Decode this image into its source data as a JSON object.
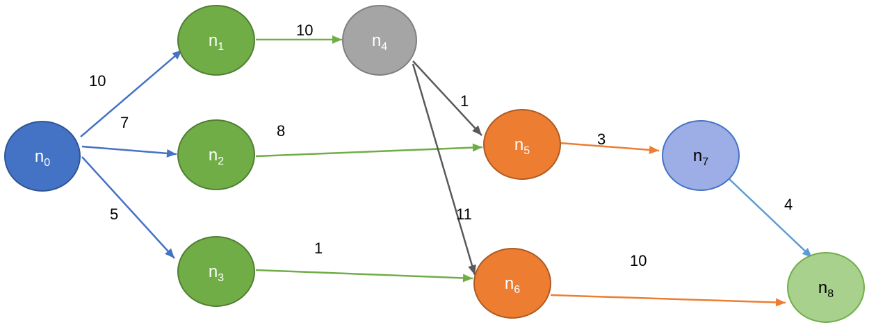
{
  "nodes": [
    {
      "id": "n0",
      "base": "n",
      "sub": "0",
      "fill": "#4472c4",
      "stroke": "#2f5597",
      "text": "#ffffff"
    },
    {
      "id": "n1",
      "base": "n",
      "sub": "1",
      "fill": "#70ad47",
      "stroke": "#507e32",
      "text": "#ffffff"
    },
    {
      "id": "n2",
      "base": "n",
      "sub": "2",
      "fill": "#70ad47",
      "stroke": "#507e32",
      "text": "#ffffff"
    },
    {
      "id": "n3",
      "base": "n",
      "sub": "3",
      "fill": "#70ad47",
      "stroke": "#507e32",
      "text": "#ffffff"
    },
    {
      "id": "n4",
      "base": "n",
      "sub": "4",
      "fill": "#a5a5a5",
      "stroke": "#7f7f7f",
      "text": "#ffffff"
    },
    {
      "id": "n5",
      "base": "n",
      "sub": "5",
      "fill": "#ed7d31",
      "stroke": "#ae5a21",
      "text": "#ffffff"
    },
    {
      "id": "n6",
      "base": "n",
      "sub": "6",
      "fill": "#ed7d31",
      "stroke": "#ae5a21",
      "text": "#ffffff"
    },
    {
      "id": "n7",
      "base": "n",
      "sub": "7",
      "fill": "#9dade5",
      "stroke": "#4472c4",
      "text": "#000000"
    },
    {
      "id": "n8",
      "base": "n",
      "sub": "8",
      "fill": "#a9d18e",
      "stroke": "#70ad47",
      "text": "#000000"
    }
  ],
  "edges": [
    {
      "from": "n0",
      "to": "n1",
      "weight": "10",
      "color": "#4472c4"
    },
    {
      "from": "n0",
      "to": "n2",
      "weight": "7",
      "color": "#4472c4"
    },
    {
      "from": "n0",
      "to": "n3",
      "weight": "5",
      "color": "#4472c4"
    },
    {
      "from": "n1",
      "to": "n4",
      "weight": "10",
      "color": "#70ad47"
    },
    {
      "from": "n2",
      "to": "n5",
      "weight": "8",
      "color": "#70ad47"
    },
    {
      "from": "n3",
      "to": "n6",
      "weight": "1",
      "color": "#70ad47"
    },
    {
      "from": "n4",
      "to": "n5",
      "weight": "1",
      "color": "#595959"
    },
    {
      "from": "n4",
      "to": "n6",
      "weight": "11",
      "color": "#595959"
    },
    {
      "from": "n5",
      "to": "n7",
      "weight": "3",
      "color": "#ed7d31"
    },
    {
      "from": "n6",
      "to": "n8",
      "weight": "10",
      "color": "#ed7d31"
    },
    {
      "from": "n7",
      "to": "n8",
      "weight": "4",
      "color": "#5b9bd5"
    }
  ]
}
